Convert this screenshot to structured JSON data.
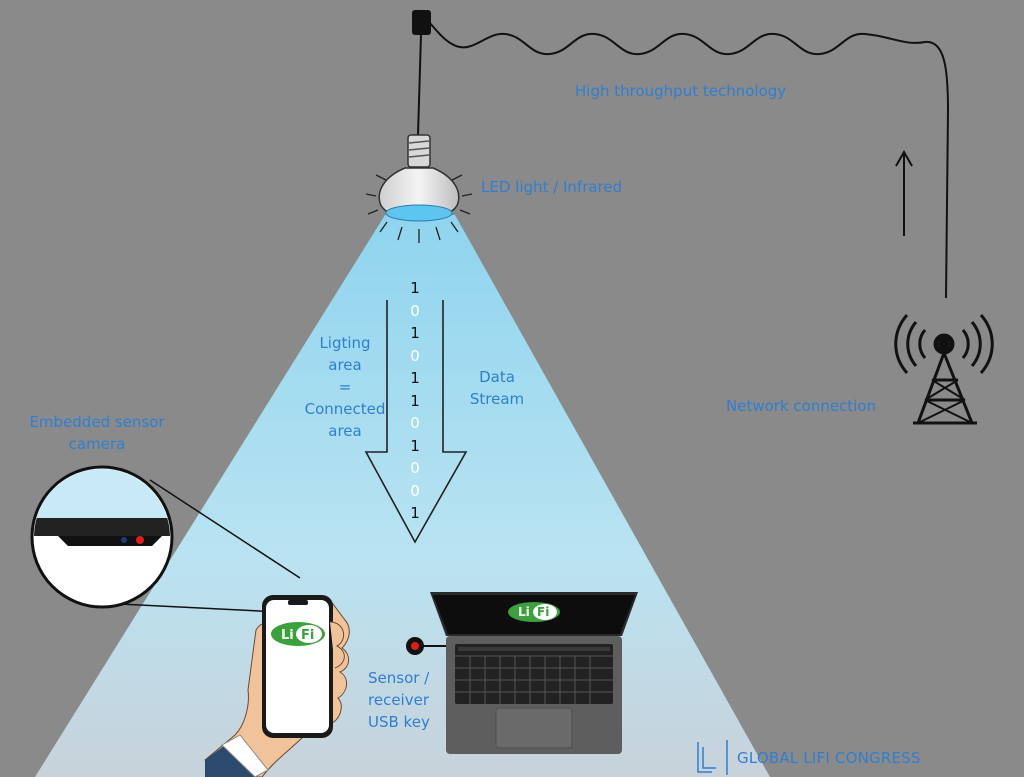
{
  "labels": {
    "high_throughput": "High throughput technology",
    "led_light": "LED light / Infrared",
    "lighting_area": [
      "Ligting",
      "area",
      "=",
      "Connected",
      "area"
    ],
    "data_stream": [
      "Data",
      "Stream"
    ],
    "network_connection": "Network connection",
    "embedded_sensor": [
      "Embedded sensor",
      "camera"
    ],
    "sensor_receiver": [
      "Sensor /",
      "receiver",
      "USB key"
    ]
  },
  "bits": [
    "1",
    "0",
    "1",
    "0",
    "1",
    "1",
    "0",
    "1",
    "0",
    "0",
    "1"
  ],
  "logos": {
    "lifi_left": "Li",
    "lifi_right": "Fi"
  },
  "brand": {
    "text": "GLOBAL LIFI CONGRESS"
  },
  "colors": {
    "background": "#8a8a8a",
    "label_blue": "#2f7fd1",
    "bit_black": "#111111",
    "bit_white": "#ffffff",
    "lifi_green": "#3aa23a"
  }
}
